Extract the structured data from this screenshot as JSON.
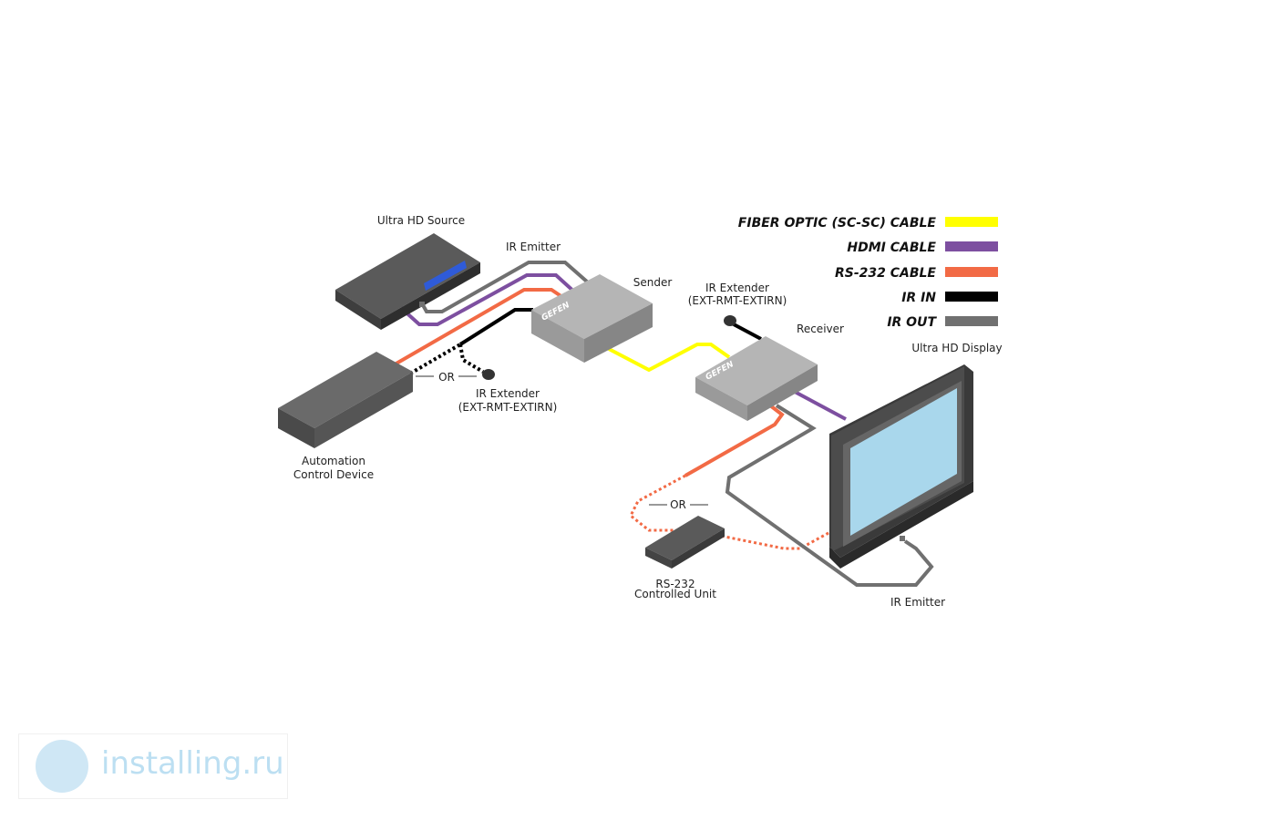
{
  "labels": {
    "ultra_hd_source": "Ultra HD Source",
    "ir_emitter_top": "IR Emitter",
    "sender": "Sender",
    "ir_extender_top_1": "IR Extender",
    "ir_extender_top_2": "(EXT-RMT-EXTIRN)",
    "receiver": "Receiver",
    "ultra_hd_display": "Ultra HD Display",
    "or_left": "OR",
    "ir_extender_left_1": "IR Extender",
    "ir_extender_left_2": "(EXT-RMT-EXTIRN)",
    "automation_1": "Automation",
    "automation_2": "Control Device",
    "or_bottom": "OR",
    "rs232_unit_1": "RS-232",
    "rs232_unit_2": "Controlled Unit",
    "ir_emitter_bottom": "IR Emitter",
    "sender_brand": "GEFEN",
    "receiver_brand": "GEFEN"
  },
  "legend": [
    {
      "label": "FIBER OPTIC (SC-SC) CABLE",
      "color": "#ffff00"
    },
    {
      "label": "HDMI CABLE",
      "color": "#7d4fa0"
    },
    {
      "label": "RS-232 CABLE",
      "color": "#f26a45"
    },
    {
      "label": "IR IN",
      "color": "#000000"
    },
    {
      "label": "IR OUT",
      "color": "#707070"
    }
  ],
  "watermark": {
    "text": "installing.ru"
  }
}
